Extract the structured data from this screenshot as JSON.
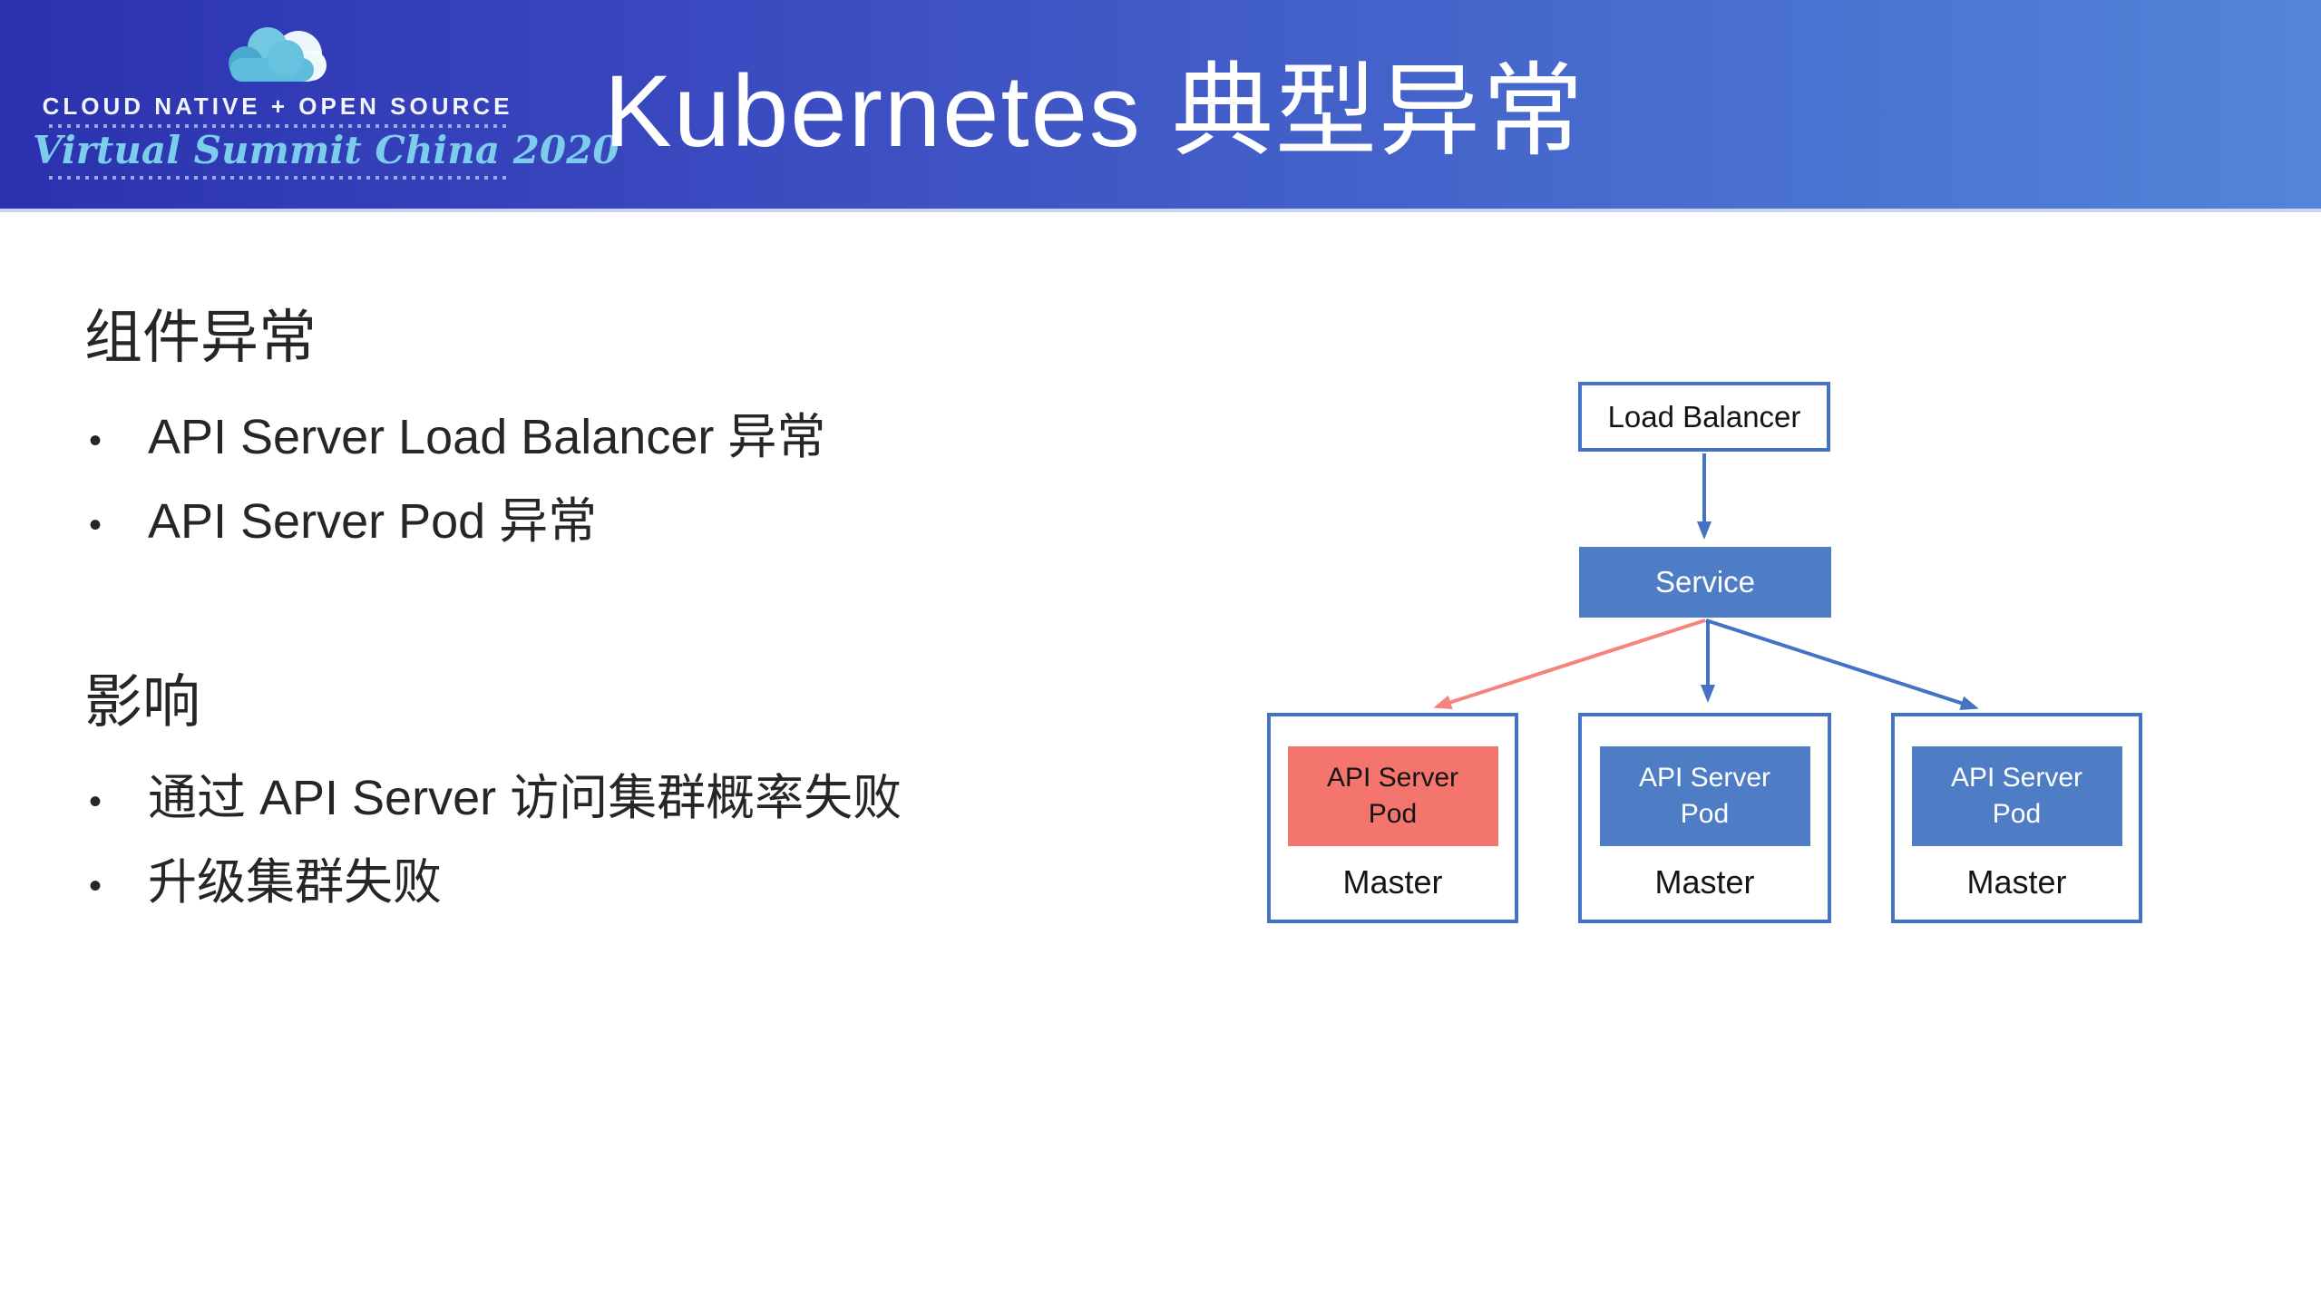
{
  "banner": {
    "title": "Kubernetes 典型异常",
    "logo": {
      "icon": "cloud-icon",
      "tagline": "CLOUD NATIVE + OPEN SOURCE",
      "event": "Virtual Summit China 2020"
    },
    "colors": {
      "gradient_left": "#2b31ae",
      "gradient_right": "#5285d8"
    }
  },
  "content": {
    "bullet_char": "•",
    "sections": [
      {
        "heading": "组件异常",
        "bullets": [
          "API Server Load Balancer 异常",
          "API Server Pod 异常"
        ]
      },
      {
        "heading": "影响",
        "bullets": [
          "通过 API Server 访问集群概率失败",
          "升级集群失败"
        ]
      }
    ]
  },
  "diagram": {
    "load_balancer": "Load Balancer",
    "service": "Service",
    "nodes": [
      {
        "pod": "API Server Pod",
        "host": "Master",
        "state": "abnormal"
      },
      {
        "pod": "API Server Pod",
        "host": "Master",
        "state": "normal"
      },
      {
        "pod": "API Server Pod",
        "host": "Master",
        "state": "normal"
      }
    ],
    "colors": {
      "box_border_blue": "#4472c4",
      "fill_blue": "#4e7dc6",
      "fill_red": "#f4756d",
      "arrow_blue": "#4472c4",
      "arrow_red": "#f5847e",
      "text_dark": "#141414"
    }
  }
}
